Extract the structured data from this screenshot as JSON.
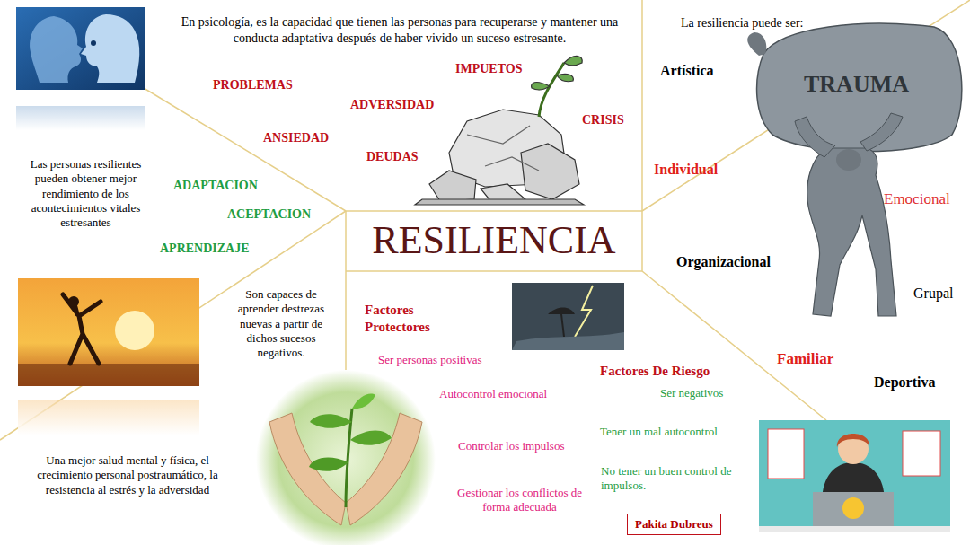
{
  "diagram": {
    "title": "RESILIENCIA",
    "nodes": [
      {
        "text": [
          "Pakita Dubreus"
        ]
      }
    ],
    "labels": [
      "En psicología, es la capacidad que tienen las personas para recuperarse y mantener una conducta adaptativa después de haber vivido un suceso estresante.",
      "PROBLEMAS",
      "IMPUETOS",
      "ADVERSIDAD",
      "CRISIS",
      "ANSIEDAD",
      "DEUDAS",
      "La resiliencia puede ser:",
      "Artística",
      "Individual",
      "Emocional",
      "Organizacional",
      "Grupal",
      "Familiar",
      "Deportiva",
      "TRAUMA",
      "Las personas resilientes pueden obtener mejor rendimiento de los acontecimientos vitales estresantes",
      "ADAPTACION",
      "ACEPTACION",
      "APRENDIZAJE",
      "Son capaces de aprender destrezas nuevas a partir de dichos sucesos negativos.",
      "Una mejor salud mental y física, el crecimiento personal postraumático, la resistencia al estrés y la adversidad",
      "Factores Protectores",
      "Ser personas positivas",
      "Autocontrol emocional",
      "Controlar los impulsos",
      "Gestionar los conflictos de forma adecuada",
      "Factores De Riesgo",
      "Ser negativos",
      "Tener un mal autocontrol",
      "No tener un buen control de impulsos."
    ]
  }
}
